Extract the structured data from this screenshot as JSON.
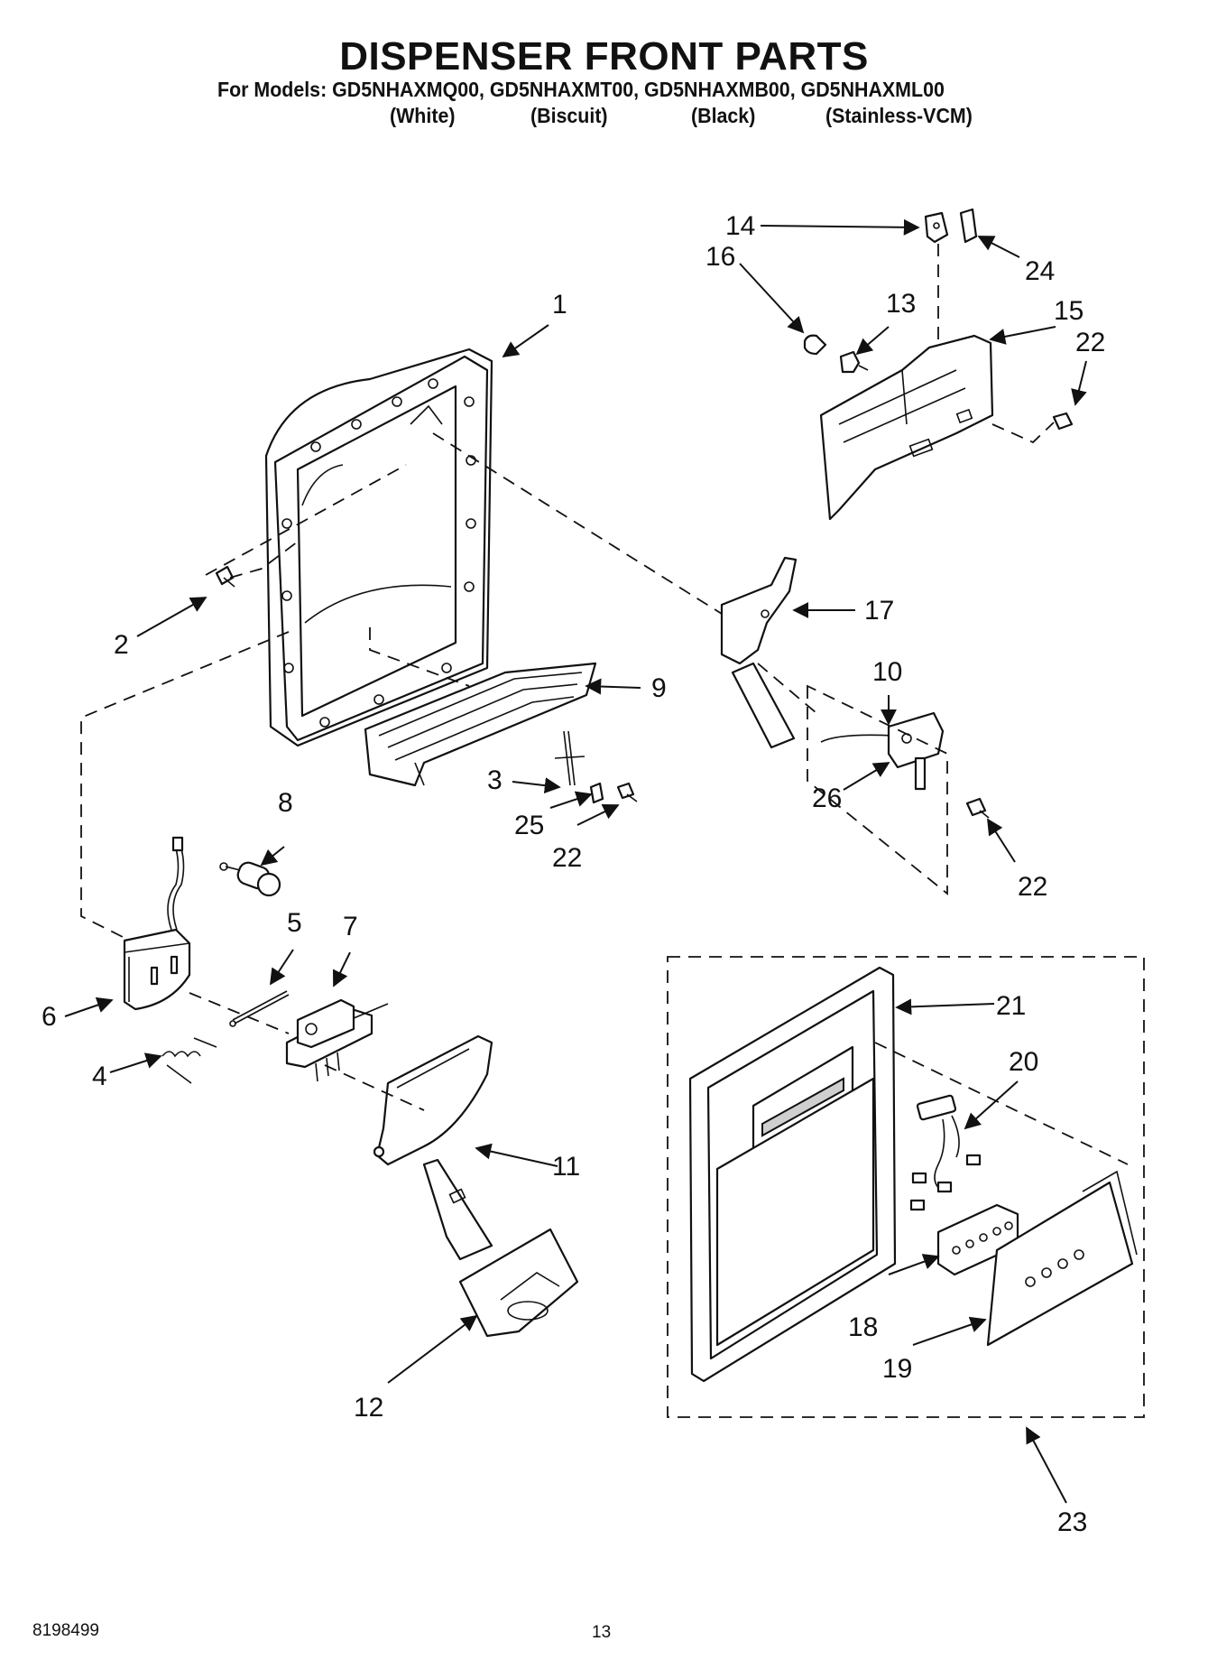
{
  "header": {
    "title": "DISPENSER FRONT PARTS",
    "models_prefix": "For Models:",
    "models": [
      "GD5NHAXMQ00,",
      "GD5NHAXMT00,",
      "GD5NHAXMB00,",
      "GD5NHAXML00"
    ],
    "colors": [
      "(White)",
      "(Biscuit)",
      "(Black)",
      "(Stainless-VCM)"
    ]
  },
  "callouts": [
    "1",
    "2",
    "3",
    "4",
    "5",
    "6",
    "7",
    "8",
    "9",
    "10",
    "11",
    "12",
    "13",
    "14",
    "15",
    "16",
    "17",
    "18",
    "19",
    "20",
    "21",
    "22",
    "22",
    "22",
    "23",
    "24",
    "25",
    "26"
  ],
  "footer": {
    "doc_number": "8198499",
    "page_number": "13"
  }
}
